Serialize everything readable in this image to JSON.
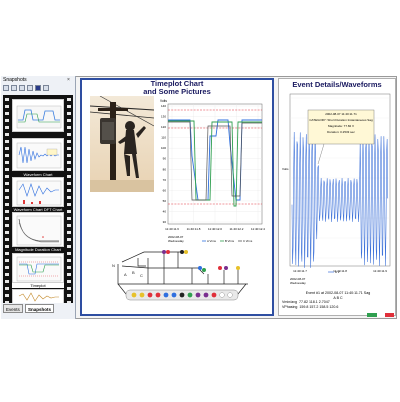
{
  "snapshots": {
    "title": "Snapshots",
    "close": "×",
    "thumbs": [
      {
        "label": ""
      },
      {
        "label": "Waveform Chart"
      },
      {
        "label": "Waveform Chart DFT Chart"
      },
      {
        "label": "Magnitude Duration Chart"
      },
      {
        "label": "Timeplot"
      }
    ],
    "tabs": [
      "Events",
      "Snapshots"
    ]
  },
  "middle": {
    "title_line1": "Timeplot Chart",
    "title_line2": "and Some Pictures",
    "ylabel": "Volts",
    "yticks": [
      "140",
      "130",
      "120",
      "110",
      "100",
      "90",
      "80",
      "70",
      "60",
      "50",
      "40",
      "30"
    ],
    "xticks": [
      "11:40:11.6",
      "11:40:11.8",
      "11:40:12.0",
      "11:40:12.2",
      "11:40:12.4"
    ],
    "date": "2002-08-07",
    "weekday": "Wednesday",
    "legend": [
      "A Vrms",
      "B Vrms",
      "C Vrms"
    ],
    "colors": {
      "a": "#2f6fdf",
      "b": "#2f9f4f",
      "c": "#555555",
      "limit": "#e0303a"
    }
  },
  "right": {
    "title": "Event Details/Waveforms",
    "ylabel": "Volts",
    "callout": {
      "line1": "2002-08-07 11:40:11.71",
      "line2": "CATEGORY: Short Duration Instantaneous Sag",
      "line3": "Magnitude: 77.82 V",
      "line4": "Duration: 0.2533 sec"
    },
    "xticks": [
      "11:40:11.7",
      "11:40:11.8",
      "11:40:11.9"
    ],
    "date": "2002-08-07",
    "weekday": "Wednesday",
    "legend": "A V",
    "info": {
      "event": "Event #1 at 2002-08-07 11:40:11.71 Sag",
      "hdr": "A   B   C",
      "row1_label": "Vmin/avg",
      "row1": "77.82   118.1   2.7047",
      "row2_label": "VPhasing",
      "row2": "159.8   157.2   158.5  120.6"
    }
  }
}
